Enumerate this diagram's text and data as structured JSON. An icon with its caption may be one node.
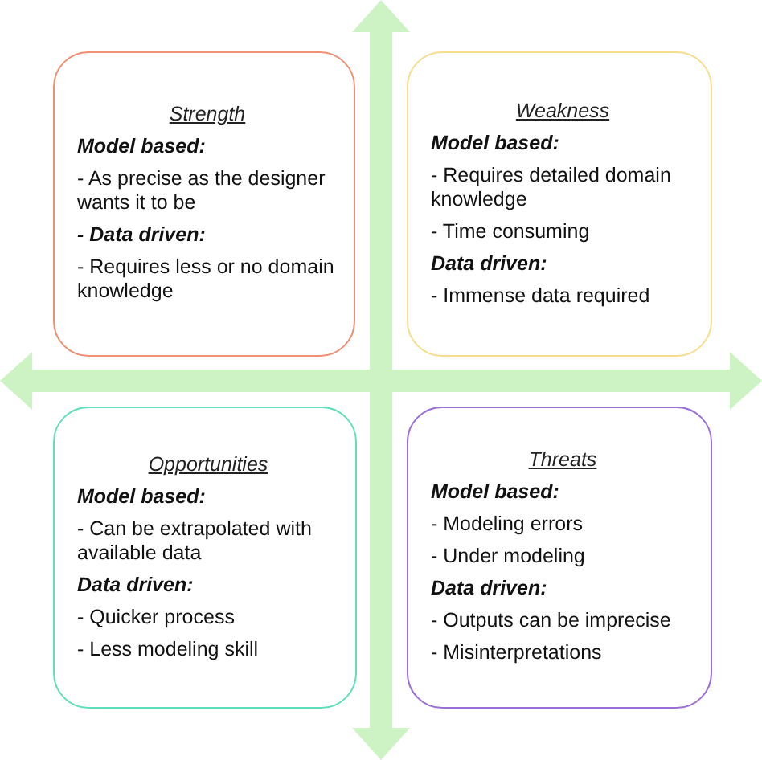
{
  "diagram": {
    "nodes": [
      {
        "text": [
          "Strength",
          "Model based:",
          "- As precise as the designer wants it to be",
          "- Data driven:",
          "- Requires less or no domain knowledge"
        ]
      },
      {
        "text": [
          "Weakness",
          "Model based:",
          "- Requires detailed domain knowledge",
          "- Time consuming",
          "Data driven:",
          "- Immense data required"
        ]
      },
      {
        "text": [
          "Opportunities",
          "Model based:",
          "- Can be extrapolated with available data",
          "Data driven:",
          "- Quicker process",
          "- Less modeling skill"
        ]
      },
      {
        "text": [
          "Threats",
          "Model based:",
          "- Modeling errors",
          "- Under modeling",
          "Data driven:",
          "- Outputs can be imprecise",
          "- Misinterpretations"
        ]
      }
    ]
  }
}
